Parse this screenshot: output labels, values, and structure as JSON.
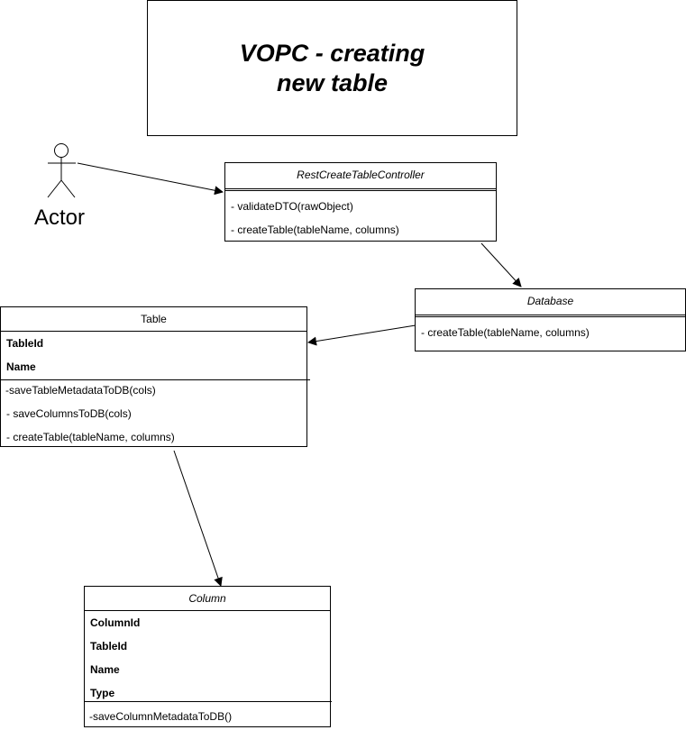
{
  "title": "VOPC - creating\nnew table",
  "actor": {
    "label": "Actor"
  },
  "controller": {
    "name": "RestCreateTableController",
    "methods": [
      "- validateDTO(rawObject)",
      "- createTable(tableName, columns)"
    ]
  },
  "database": {
    "name": "Database",
    "methods": [
      "- createTable(tableName, columns)"
    ]
  },
  "table": {
    "name": "Table",
    "attributes": [
      "TableId",
      "Name"
    ],
    "methods": [
      "-saveTableMetadataToDB(cols)",
      "- saveColumnsToDB(cols)",
      "- createTable(tableName, columns)"
    ]
  },
  "column": {
    "name": "Column",
    "attributes": [
      "ColumnId",
      "TableId",
      "Name",
      "Type"
    ],
    "methods": [
      "-saveColumnMetadataToDB()"
    ]
  }
}
